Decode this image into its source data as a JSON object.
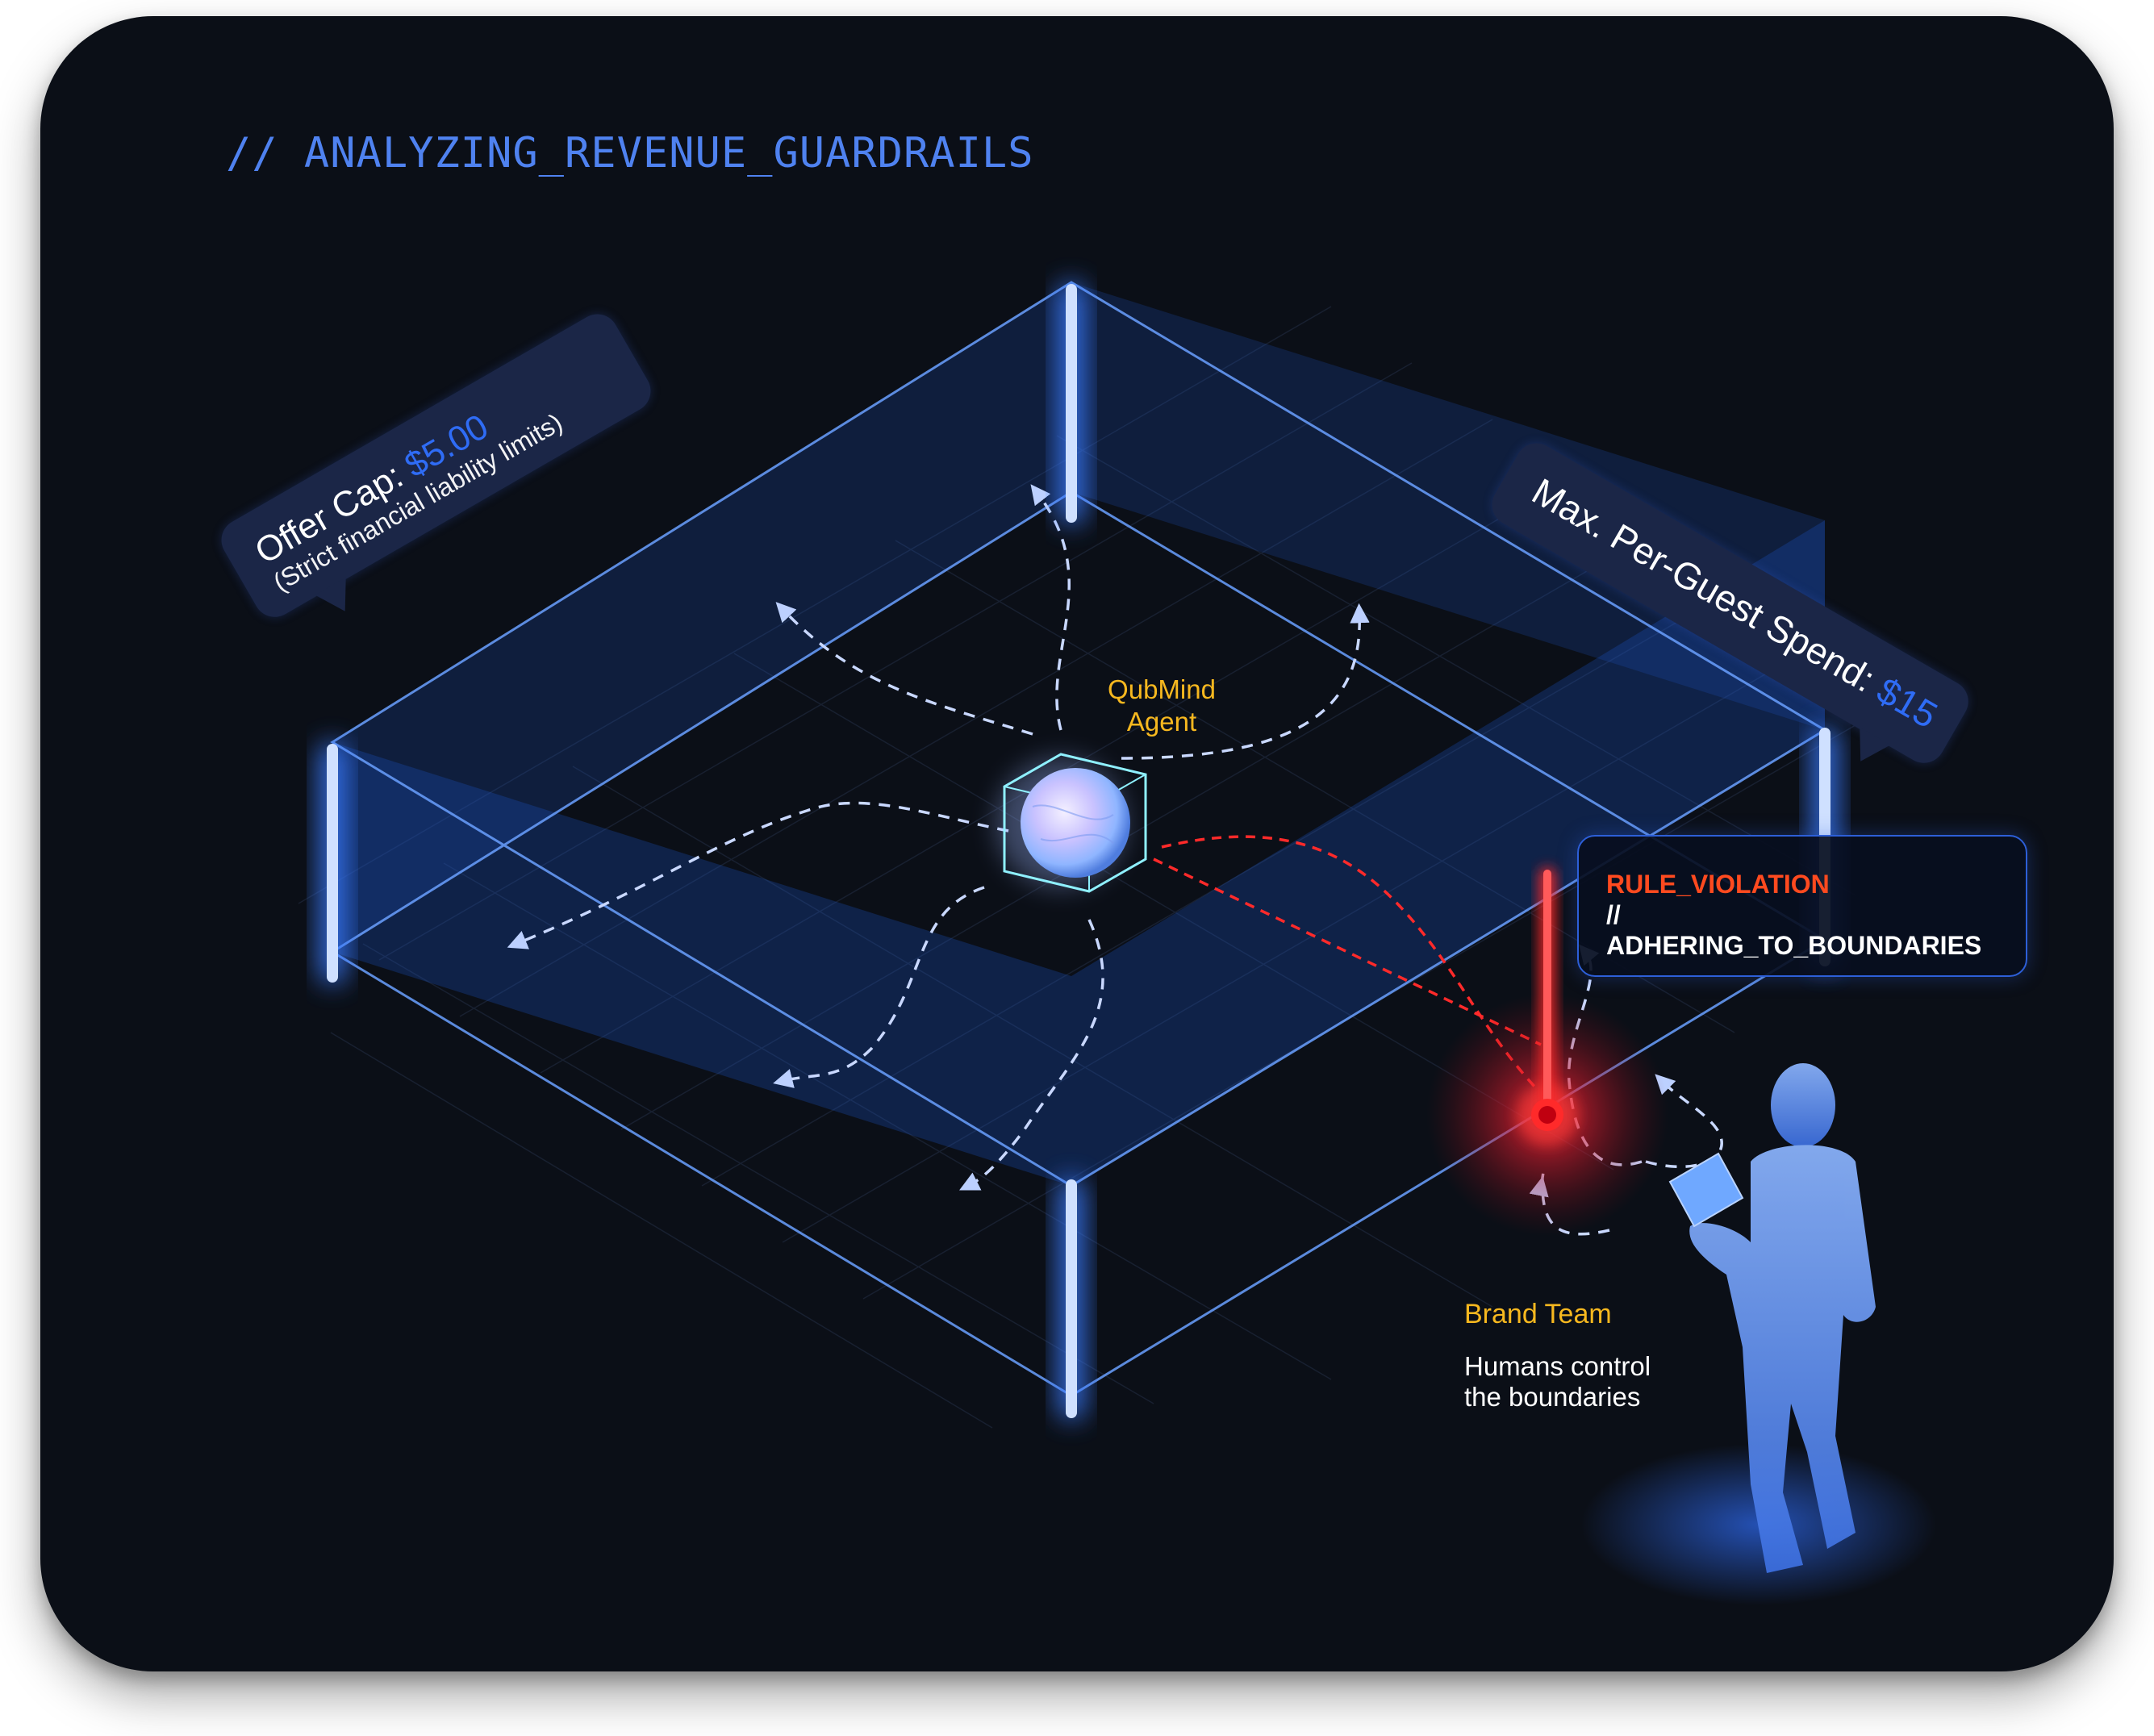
{
  "header": {
    "title": "// ANALYZING_REVENUE_GUARDRAILS"
  },
  "callouts": {
    "offer_cap": {
      "label": "Offer Cap: ",
      "value": "$5.00",
      "note": "(Strict financial liability limits)"
    },
    "guest_spend": {
      "label": "Max. Per-Guest Spend: ",
      "value": "$15"
    }
  },
  "agent": {
    "line1": "QubMind",
    "line2": "Agent"
  },
  "violation": {
    "title": "RULE_VIOLATION",
    "detail": "// ADHERING_TO_BOUNDARIES"
  },
  "brand": {
    "title": "Brand Team",
    "desc_line1": "Humans control",
    "desc_line2": "the boundaries"
  },
  "colors": {
    "background": "#0b0f17",
    "accent_blue": "#4f82f0",
    "highlight_blue": "#2f6cf5",
    "label_yellow": "#f7b81f",
    "violation_red": "#ff4a1f",
    "pillar_glow": "#4a8cff"
  },
  "icons": [
    "agent-cube-icon",
    "human-figure-icon",
    "tablet-icon",
    "violation-beacon-icon"
  ]
}
